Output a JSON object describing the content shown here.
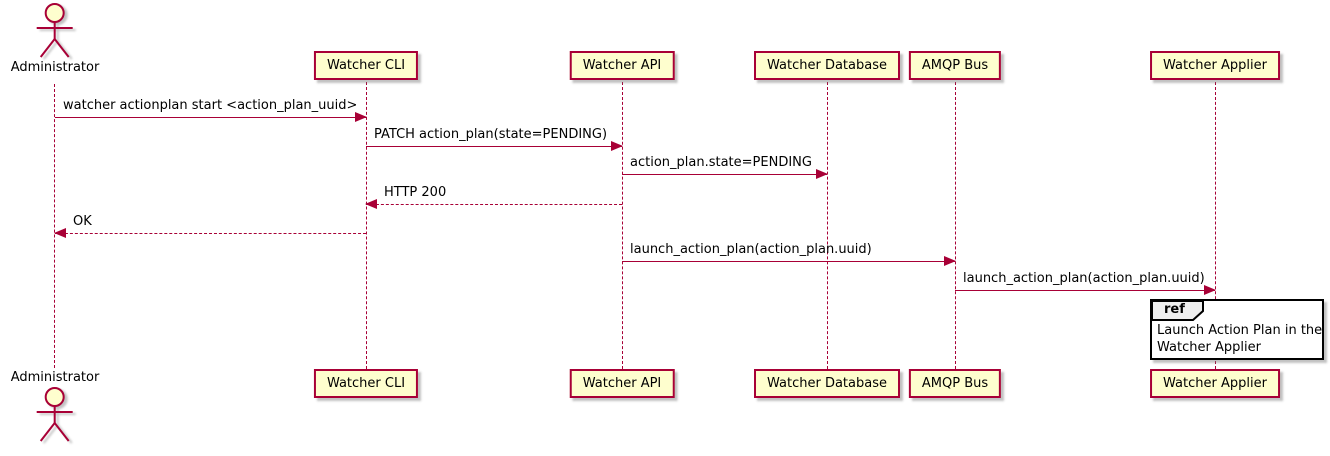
{
  "diagram": {
    "type": "uml-sequence",
    "actor": {
      "name": "Administrator"
    },
    "participants": [
      {
        "label": "Watcher CLI"
      },
      {
        "label": "Watcher API"
      },
      {
        "label": "Watcher Database"
      },
      {
        "label": "AMQP Bus"
      },
      {
        "label": "Watcher Applier"
      }
    ],
    "messages": [
      {
        "label": "watcher actionplan start <action_plan_uuid>",
        "from": "Administrator",
        "to": "Watcher CLI",
        "line": "solid",
        "direction": "right"
      },
      {
        "label": "PATCH action_plan(state=PENDING)",
        "from": "Watcher CLI",
        "to": "Watcher API",
        "line": "solid",
        "direction": "right"
      },
      {
        "label": "action_plan.state=PENDING",
        "from": "Watcher API",
        "to": "Watcher Database",
        "line": "solid",
        "direction": "right"
      },
      {
        "label": "HTTP 200",
        "from": "Watcher API",
        "to": "Watcher CLI",
        "line": "dashed",
        "direction": "left"
      },
      {
        "label": "OK",
        "from": "Watcher CLI",
        "to": "Administrator",
        "line": "dashed",
        "direction": "left"
      },
      {
        "label": "launch_action_plan(action_plan.uuid)",
        "from": "Watcher API",
        "to": "AMQP Bus",
        "line": "solid",
        "direction": "right"
      },
      {
        "label": "launch_action_plan(action_plan.uuid)",
        "from": "AMQP Bus",
        "to": "Watcher Applier",
        "line": "solid",
        "direction": "right"
      }
    ],
    "ref": {
      "keyword": "ref",
      "line1": "Launch Action Plan in the",
      "line2": "Watcher Applier"
    }
  },
  "colors": {
    "participant_fill": "#FEFECE",
    "stroke": "#A80036",
    "text": "#000000",
    "ref_tab_fill": "#EEEEEE",
    "ref_border": "#000000",
    "background": "#FFFFFF"
  }
}
